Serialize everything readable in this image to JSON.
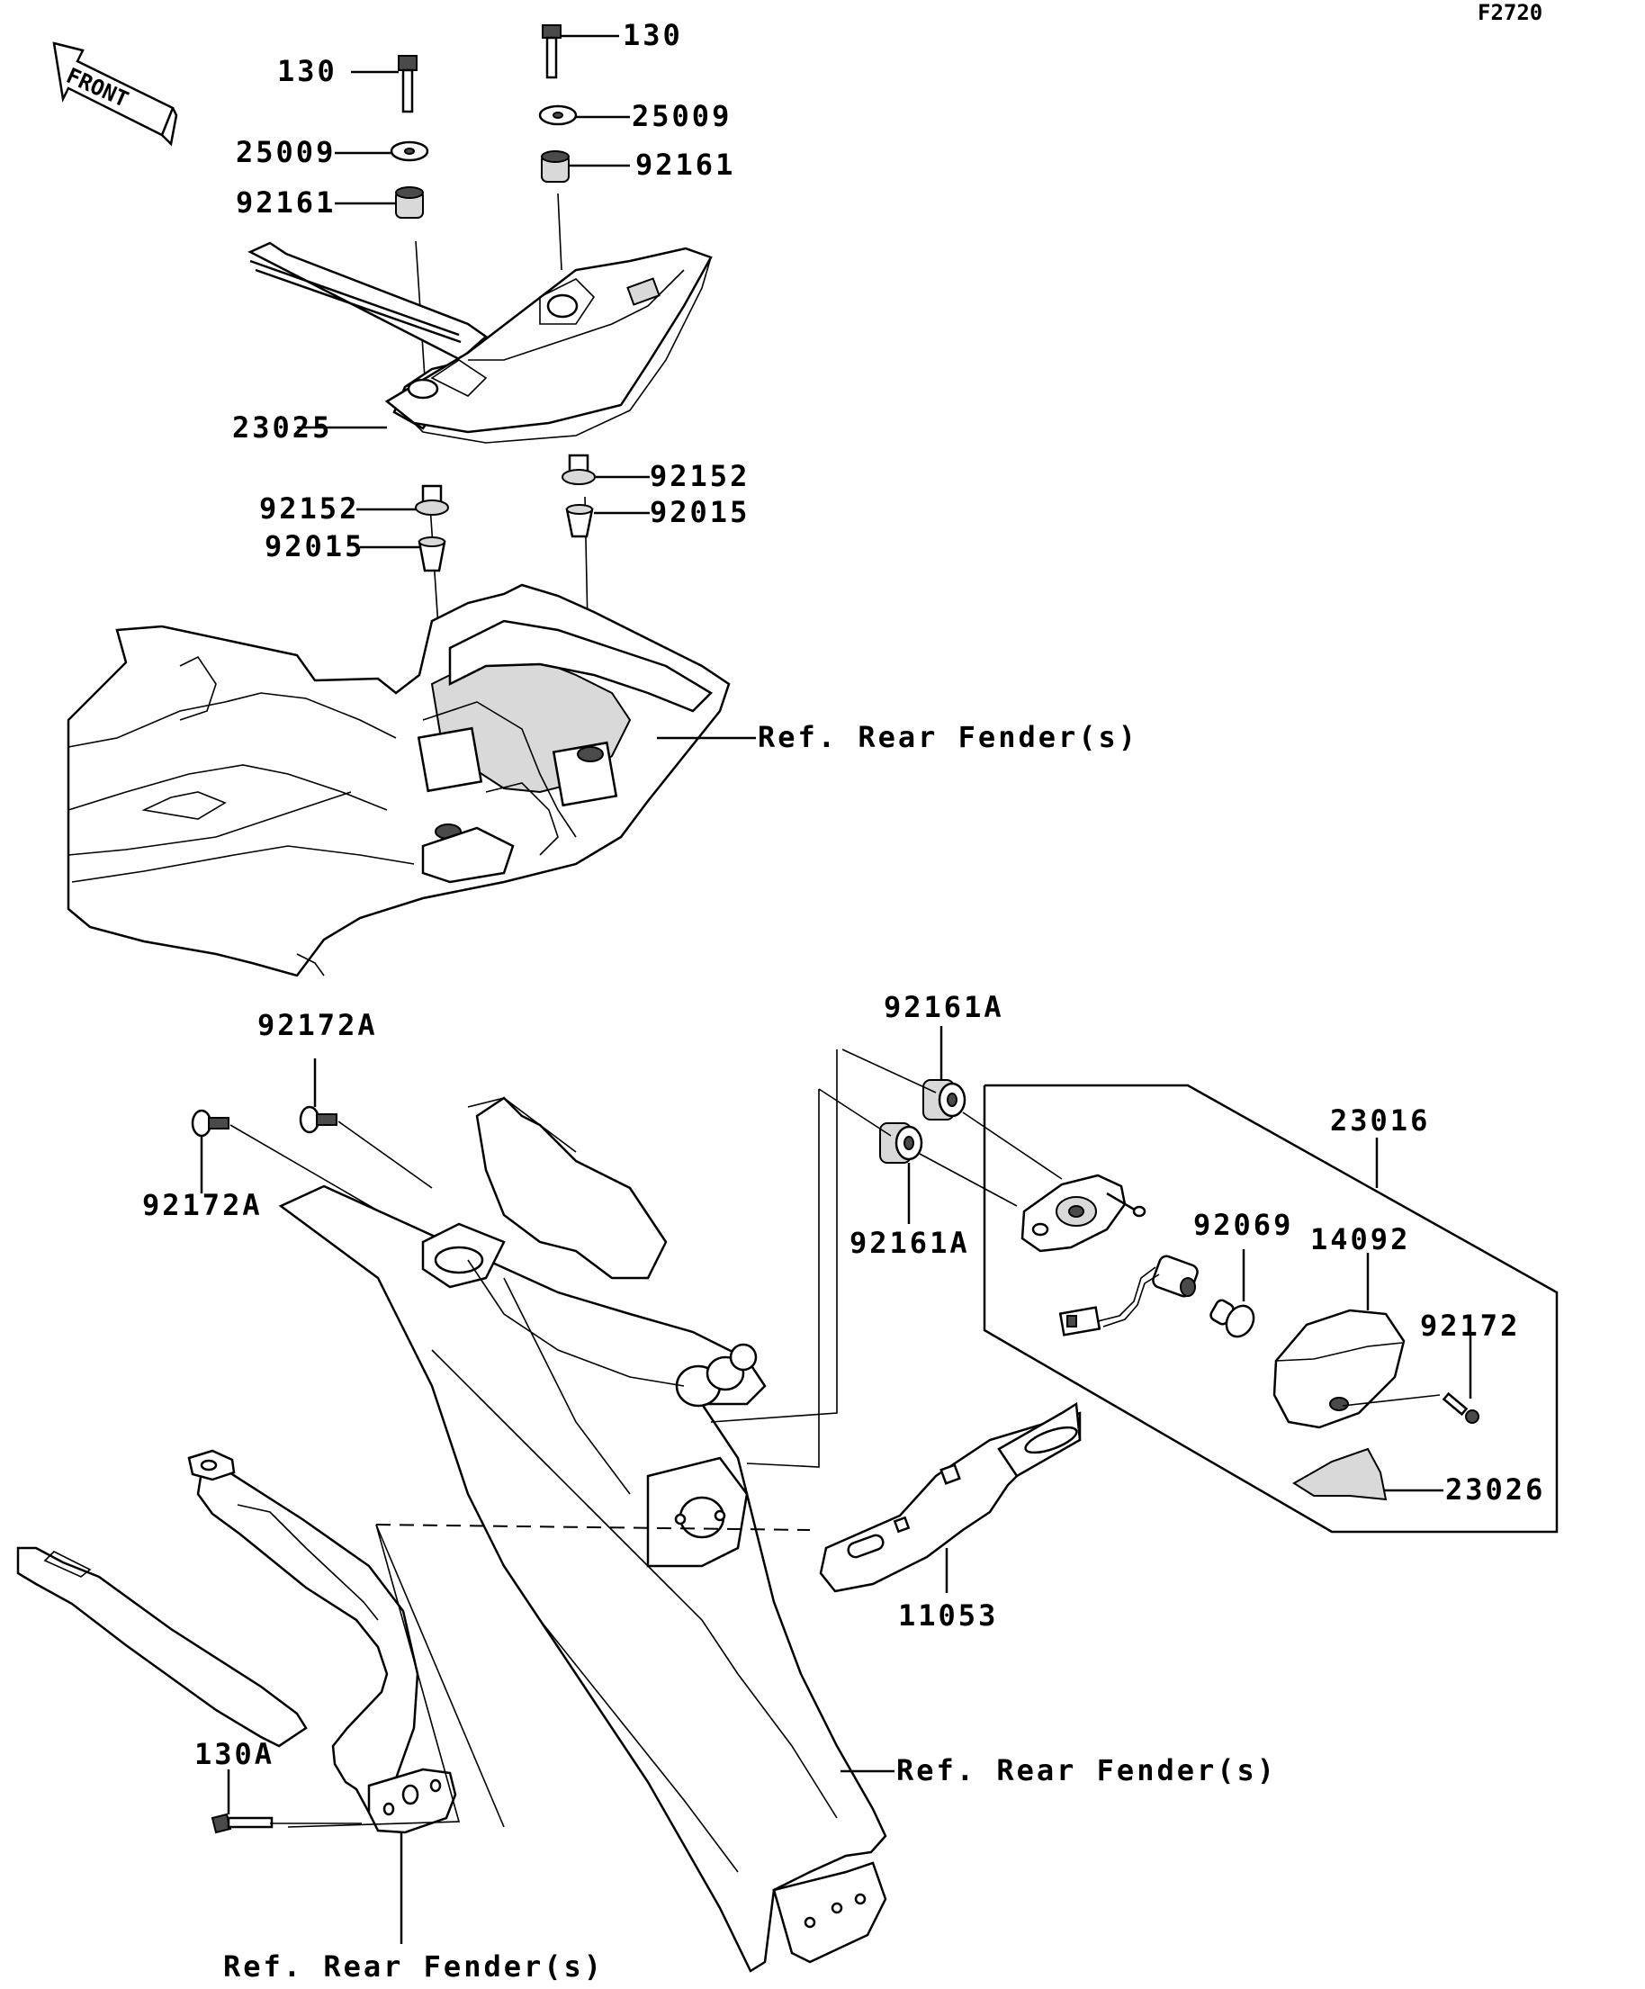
{
  "figure_code": "F2720",
  "front_arrow_label": "FRONT",
  "upper": {
    "left": {
      "bolt": "130",
      "washer": "25009",
      "grommet": "92161",
      "collar": "92152",
      "bushing": "92015"
    },
    "right": {
      "bolt": "130",
      "washer": "25009",
      "grommet": "92161",
      "collar": "92152",
      "bushing": "92015"
    },
    "tail_lamp": "23025",
    "ref_rear_fender": "Ref. Rear Fender(s)"
  },
  "lower": {
    "bolt_top": "92172A",
    "bolt_left": "92172A",
    "damper_top": "92161A",
    "damper_bottom": "92161A",
    "license_lamp_assy": "23016",
    "bulb": "92069",
    "lens_cover": "14092",
    "screw": "92172",
    "lens": "23026",
    "bracket": "11053",
    "bolt_130a": "130A",
    "ref_rear_fender_center": "Ref. Rear Fender(s)",
    "ref_rear_fender_bottom": "Ref. Rear Fender(s)"
  }
}
